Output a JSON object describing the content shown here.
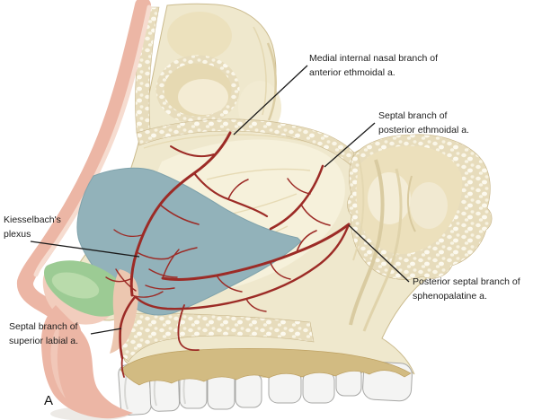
{
  "figure": {
    "panel_letter": "A",
    "labels": {
      "anterior_ethmoidal": "Medial internal nasal branch of\nanterior ethmoidal a.",
      "posterior_ethmoidal": "Septal branch of\nposterior ethmoidal a.",
      "kiesselbach": "Kiesselbach's\nplexus",
      "sphenopalatine": "Posterior septal branch of\nsphenopalatine a.",
      "superior_labial": "Septal branch of\nsuperior labial a."
    },
    "colors": {
      "artery_red": "#9c2b26",
      "plexus_blue": "#92b2ba",
      "vestibule_green": "#9ccb94",
      "bone_cream": "#efe8cd",
      "bone_shadow": "#e2d6ae",
      "skin_pink": "#ecb6a5",
      "maxilla_tan": "#d2bb82",
      "tooth_white": "#f4f4f3",
      "label_text": "#1c1c1c"
    }
  }
}
